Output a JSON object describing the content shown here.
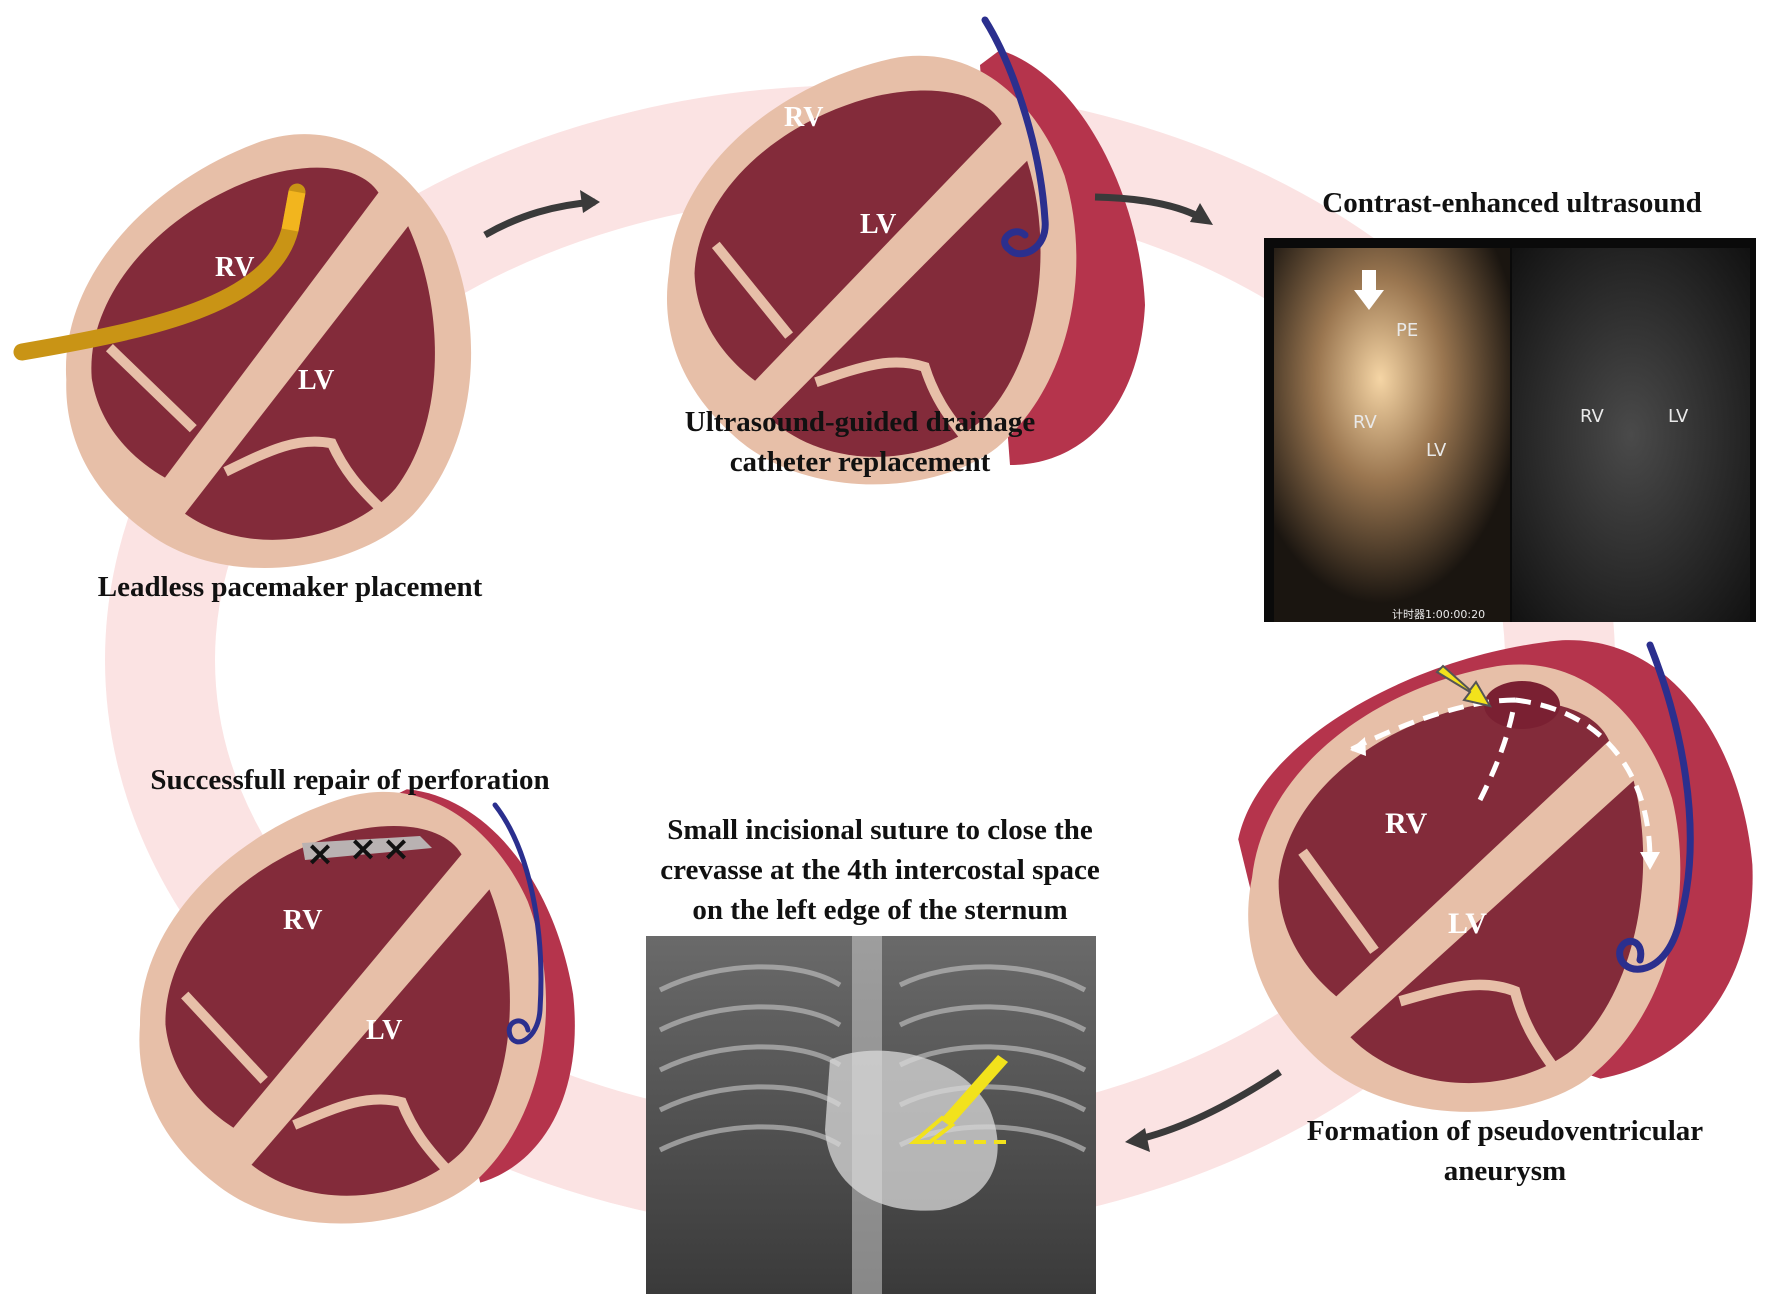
{
  "captions": {
    "leadless": "Leadless pacemaker placement",
    "drainage_line1": "Ultrasound-guided drainage",
    "drainage_line2": "catheter replacement",
    "ceus": "Contrast-enhanced ultrasound",
    "pseudo_line1": "Formation of pseudoventricular",
    "pseudo_line2": "aneurysm",
    "suture_line1": "Small incisional suture to close the",
    "suture_line2": "crevasse at the 4th intercostal space",
    "suture_line3": "on the left edge of the sternum",
    "repair": "Successfull repair of perforation"
  },
  "chamber_labels": {
    "rv": "RV",
    "lv": "LV"
  },
  "ultrasound": {
    "left_labels": {
      "pe": "PE",
      "rv": "RV",
      "lv": "LV"
    },
    "right_labels": {
      "rv": "RV",
      "lv": "LV"
    },
    "timer": "计时器1:00:00:20"
  },
  "repair_marks": [
    "×",
    "×",
    "×"
  ],
  "colors": {
    "myocardium": "#832b3a",
    "wall": "#e7bfa8",
    "pericardium": "#b5344c",
    "ring": "#fbe3e3",
    "catheter": "#2b2f8e",
    "pacemaker": "#d9a21b",
    "arrow": "#3a3a3a",
    "scalpel": "#f2e21c"
  }
}
